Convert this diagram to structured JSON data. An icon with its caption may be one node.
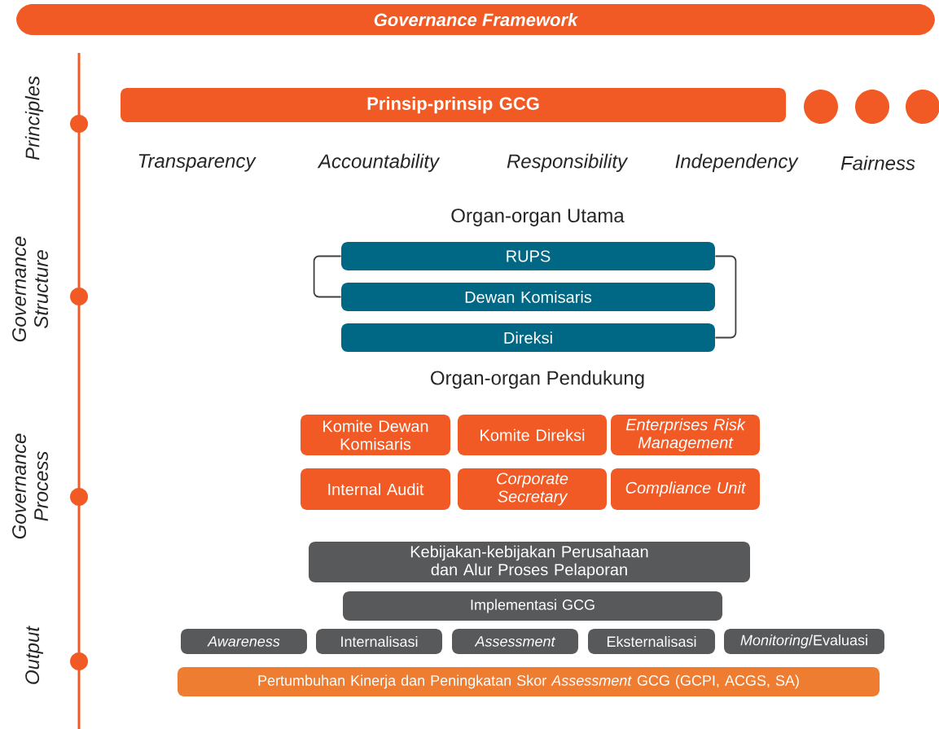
{
  "diagram": {
    "title": "Governance Framework",
    "nodes": [
      {
        "text": [
          "Prinsip-prinsip GCG"
        ]
      },
      {
        "text": [],
        "shape": "circle"
      },
      {
        "text": [],
        "shape": "circle"
      },
      {
        "text": [],
        "shape": "circle"
      },
      {
        "text": [
          "RUPS"
        ]
      },
      {
        "text": [
          "Dewan Komisaris"
        ]
      },
      {
        "text": [
          "Direksi"
        ]
      },
      {
        "text": [
          "Komite Dewan Komisaris"
        ]
      },
      {
        "text": [
          "Komite Direksi"
        ]
      },
      {
        "text": [
          "Enterprises Risk Management"
        ]
      },
      {
        "text": [
          "Internal Audit"
        ]
      },
      {
        "text": [
          "Corporate Secretary"
        ]
      },
      {
        "text": [
          "Compliance Unit"
        ]
      },
      {
        "text": [
          "Kebijakan-kebijakan Perusahaan dan Alur Proses Pelaporan"
        ]
      },
      {
        "text": [
          "Implementasi GCG"
        ]
      },
      {
        "text": [
          "Awareness"
        ]
      },
      {
        "text": [
          "Internalisasi"
        ]
      },
      {
        "text": [
          "Assessment"
        ]
      },
      {
        "text": [
          "Eksternalisasi"
        ]
      },
      {
        "text": [
          "*Monitoring*/Evaluasi"
        ]
      },
      {
        "text": [
          "Pertumbuhan Kinerja dan Peningkatan Skor *Assessment* GCG (GCPI, ACGS, SA)"
        ]
      }
    ],
    "edges": [
      {
        "from": 4,
        "to": 5,
        "arrow": "none"
      },
      {
        "from": 4,
        "to": 6,
        "arrow": "none"
      }
    ],
    "labels": [
      "Principles",
      "Governance Structure",
      "Governance Process",
      "Output",
      "Transparency",
      "Accountability",
      "Responsibility",
      "Independency",
      "Fairness",
      "Organ-organ Utama",
      "Organ-organ Pendukung"
    ]
  }
}
